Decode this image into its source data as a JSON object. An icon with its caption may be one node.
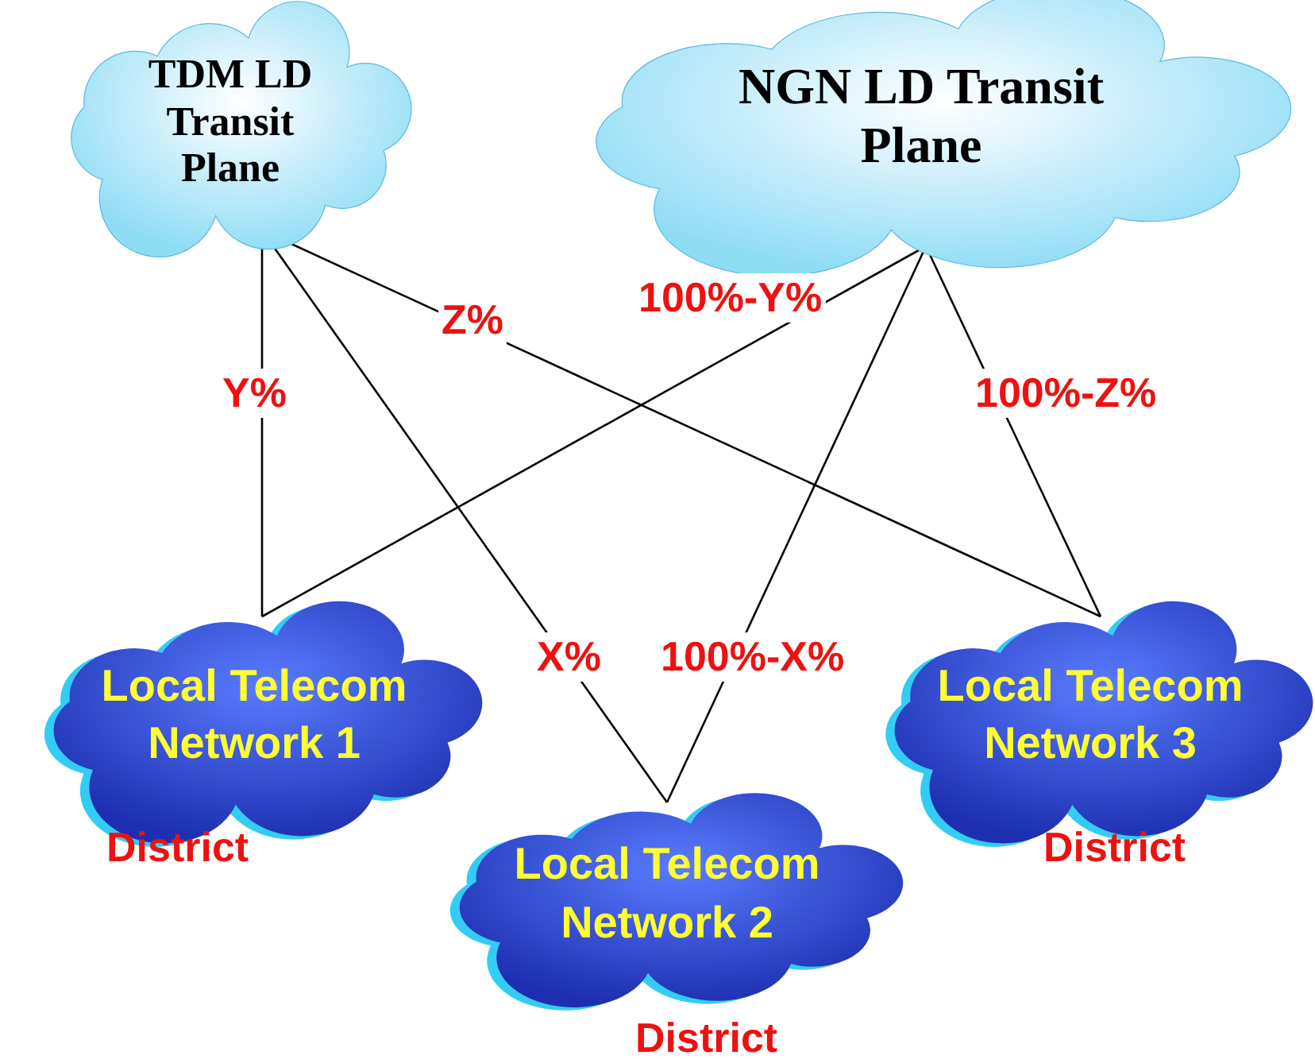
{
  "diagram": {
    "nodes": [
      {
        "text": [
          "TDM LD Transit Plane"
        ]
      },
      {
        "text": [
          "NGN LD Transit Plane"
        ]
      },
      {
        "text": [
          "Local Telecom Network 1"
        ],
        "beside": [
          "District"
        ]
      },
      {
        "text": [
          "Local Telecom Network 2"
        ],
        "beside": [
          "District"
        ]
      },
      {
        "text": [
          "Local Telecom Network 3"
        ],
        "beside": [
          "District"
        ]
      }
    ],
    "edges": [
      {
        "from": 0,
        "to": 2,
        "arrow": "none",
        "label": "Y%"
      },
      {
        "from": 0,
        "to": 3,
        "arrow": "none",
        "label": "X%"
      },
      {
        "from": 0,
        "to": 4,
        "arrow": "none",
        "label": "Z%"
      },
      {
        "from": 1,
        "to": 2,
        "arrow": "none",
        "label": "100%-Y%"
      },
      {
        "from": 1,
        "to": 3,
        "arrow": "none",
        "label": "100%-X%"
      },
      {
        "from": 1,
        "to": 4,
        "arrow": "none",
        "label": "100%-Z%"
      }
    ]
  }
}
